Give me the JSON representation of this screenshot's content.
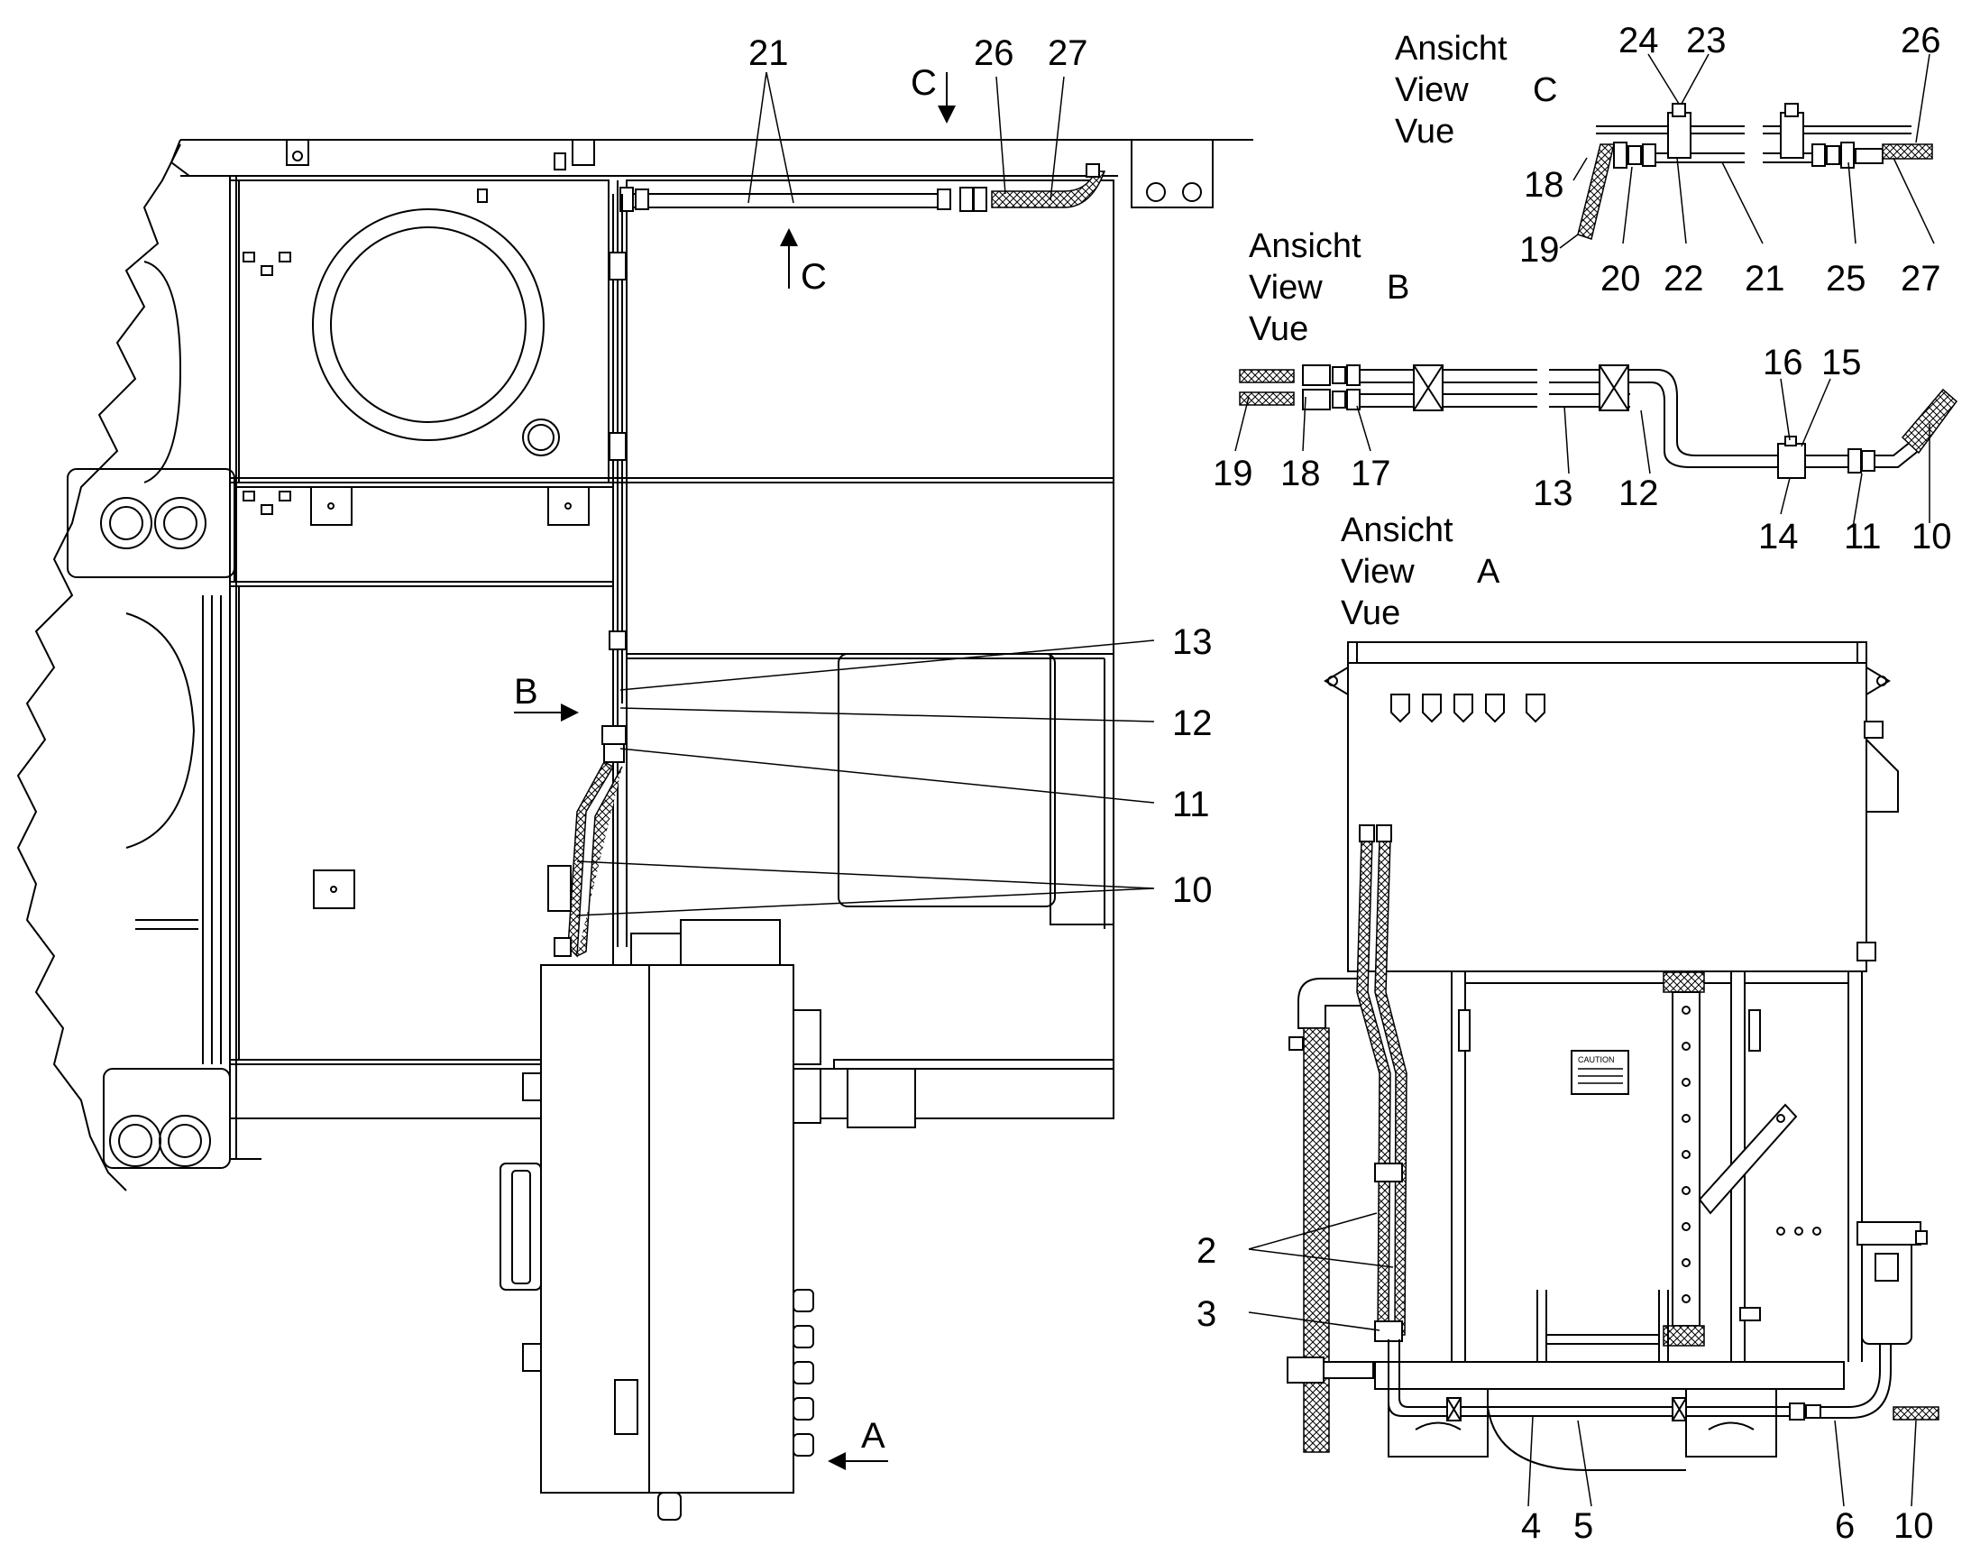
{
  "view_labels": {
    "c": {
      "lines": [
        "Ansicht",
        "View",
        "Vue"
      ],
      "letter": "C"
    },
    "b": {
      "lines": [
        "Ansicht",
        "View",
        "Vue"
      ],
      "letter": "B"
    },
    "a": {
      "lines": [
        "Ansicht",
        "View",
        "Vue"
      ],
      "letter": "A"
    }
  },
  "arrows": {
    "a": "A",
    "b": "B",
    "c_top": "C",
    "c_mid": "C"
  },
  "caution_label": "CAUTION",
  "callouts": {
    "main": {
      "n21": "21",
      "n26": "26",
      "n27": "27",
      "n13": "13",
      "n12": "12",
      "n11": "11",
      "n10": "10"
    },
    "view_c": {
      "n24": "24",
      "n23": "23",
      "n26": "26",
      "n18": "18",
      "n19": "19",
      "n20": "20",
      "n22": "22",
      "n21": "21",
      "n25": "25",
      "n27": "27"
    },
    "view_b": {
      "n19": "19",
      "n18": "18",
      "n17": "17",
      "n16": "16",
      "n15": "15",
      "n13": "13",
      "n12": "12",
      "n14": "14",
      "n11": "11",
      "n10": "10"
    },
    "view_a": {
      "n2": "2",
      "n3": "3",
      "n4": "4",
      "n5": "5",
      "n6": "6",
      "n10": "10"
    }
  }
}
